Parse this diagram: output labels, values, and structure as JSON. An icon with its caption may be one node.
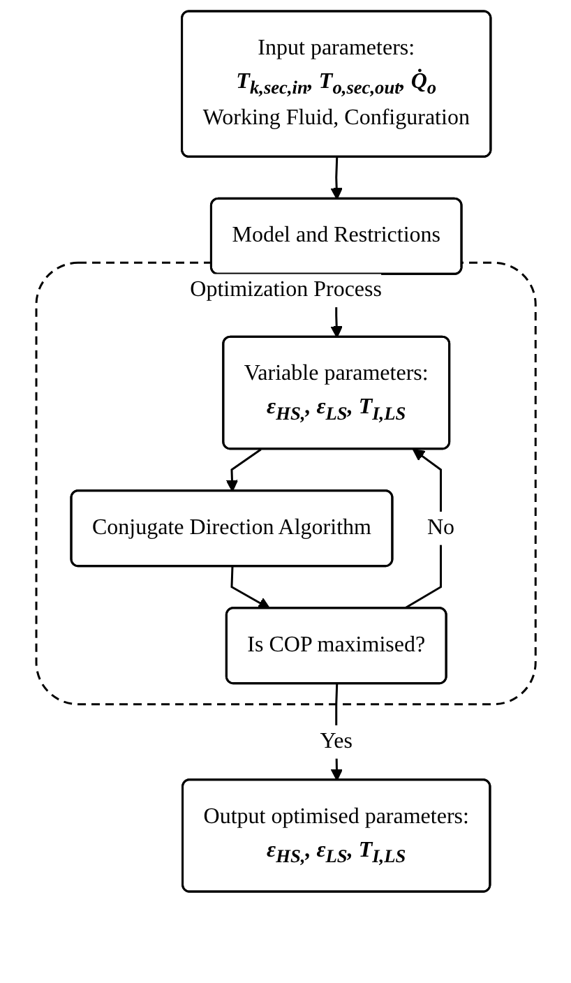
{
  "diagram": {
    "nodes": [
      {
        "text": [
          "Input parameters:",
          "T$_{k,sec,in}$, T$_{o,sec,out}$, Q̇$_{o}$",
          "Working Fluid, Configuration"
        ]
      },
      {
        "text": [
          "Model and Restrictions"
        ]
      },
      {
        "text": [
          "Optimization Process"
        ]
      },
      {
        "text": [
          "Variable parameters:",
          "ε$_{HS,}$, ε$_{LS}$, T$_{I,LS}$"
        ],
        "in": 2
      },
      {
        "text": [
          "Conjugate Direction Algorithm"
        ],
        "in": 2
      },
      {
        "text": [
          "Is COP maximised?"
        ],
        "in": 2
      },
      {
        "text": [
          "Output optimised parameters:",
          "ε$_{HS,}$, ε$_{LS}$, T$_{I,LS}$"
        ]
      }
    ],
    "edges": [
      {
        "from": 0,
        "to": 1,
        "arrow": "to"
      },
      {
        "from": 1,
        "to": 3,
        "arrow": "to"
      },
      {
        "from": 3,
        "to": 4,
        "arrow": "to"
      },
      {
        "from": 4,
        "to": 5,
        "arrow": "to"
      },
      {
        "from": 5,
        "to": 3,
        "arrow": "to",
        "label": "No"
      },
      {
        "from": 5,
        "to": 6,
        "arrow": "to",
        "label": "Yes"
      }
    ]
  }
}
